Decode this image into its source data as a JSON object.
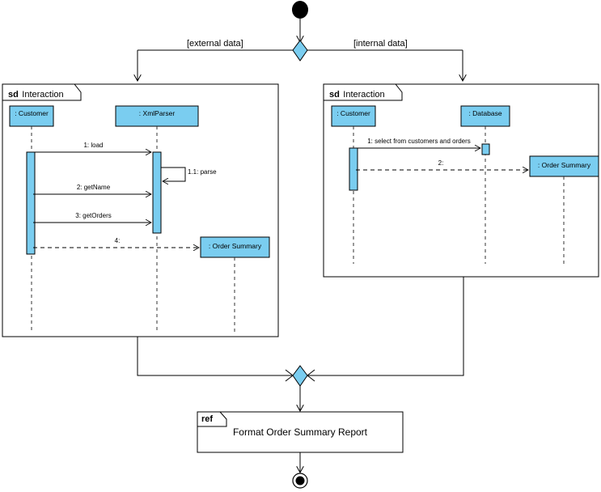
{
  "diagram": {
    "type": "UML Interaction Overview Diagram",
    "colors": {
      "fill": "#7ACDF0",
      "stroke": "#000000",
      "background": "#FFFFFF",
      "diamond_fill": "#7ACDF0"
    },
    "initial_node": {
      "name": "initial-node"
    },
    "final_node": {
      "name": "activity-final-node"
    },
    "decision": {
      "guards": [
        {
          "label": "[external data]"
        },
        {
          "label": "[internal data]"
        }
      ]
    },
    "merge": {
      "name": "merge-node"
    }
  },
  "frames": [
    {
      "keyword": "sd",
      "name": "Interaction",
      "lifelines": [
        {
          "label": ": Customer"
        },
        {
          "label": ": XmlParser"
        },
        {
          "label": ": Order Summary"
        }
      ],
      "messages": [
        {
          "label": "1: load"
        },
        {
          "label": "1.1: parse"
        },
        {
          "label": "2: getName"
        },
        {
          "label": "3: getOrders"
        },
        {
          "label": "4:"
        }
      ]
    },
    {
      "keyword": "sd",
      "name": "Interaction",
      "lifelines": [
        {
          "label": ": Customer"
        },
        {
          "label": ": Database"
        },
        {
          "label": ": Order Summary"
        }
      ],
      "messages": [
        {
          "label": "1: select from customers and orders"
        },
        {
          "label": "2:"
        }
      ]
    }
  ],
  "ref_frame": {
    "keyword": "ref",
    "title": "Format Order Summary Report"
  }
}
